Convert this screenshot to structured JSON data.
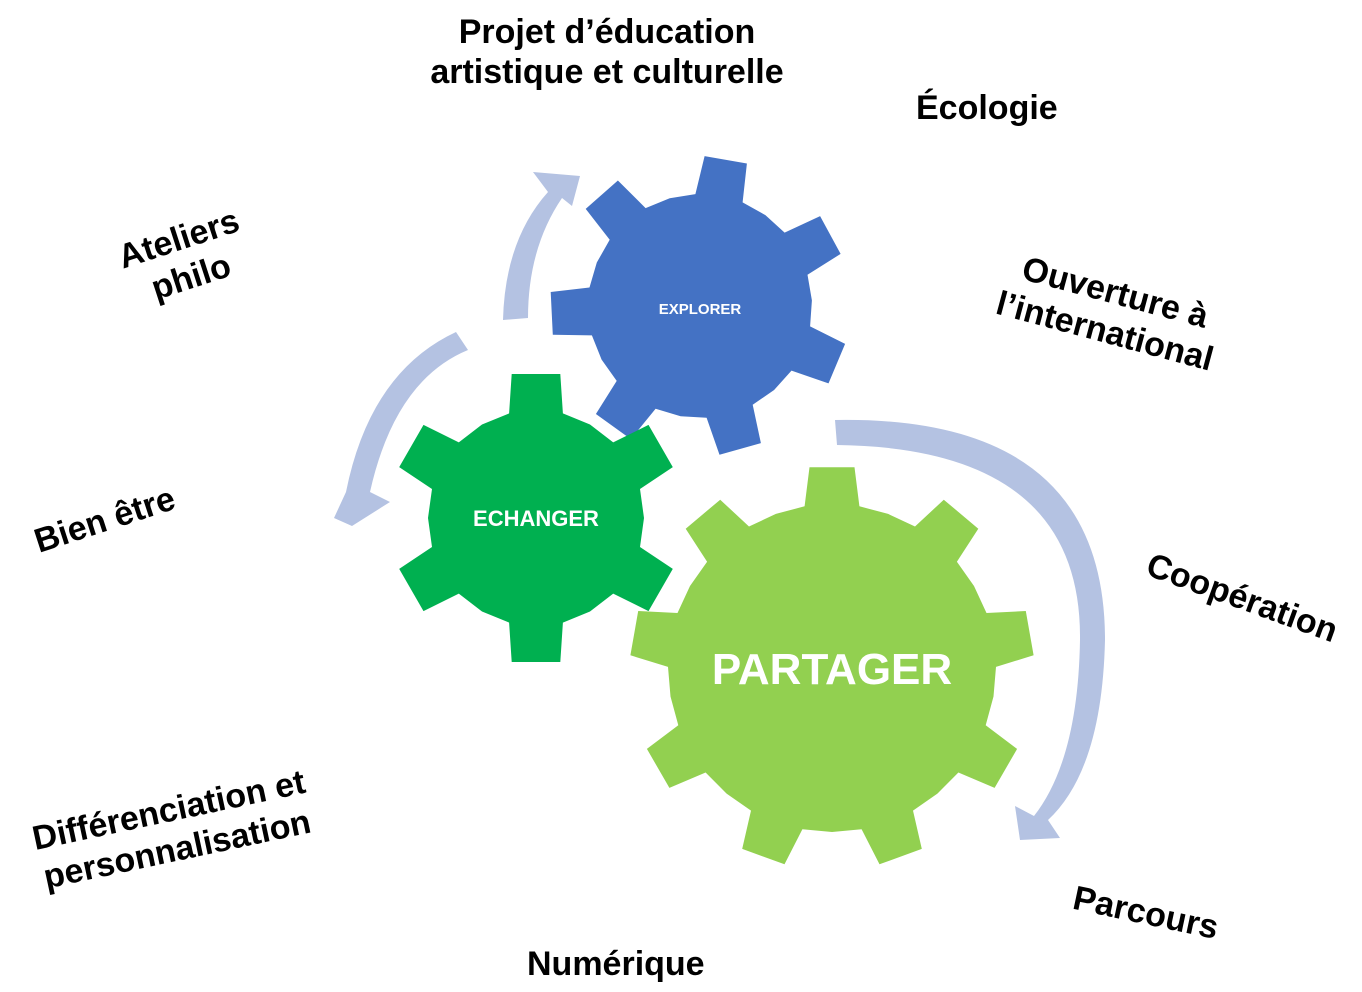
{
  "colors": {
    "explorer_gear": "#4472C4",
    "echanger_gear": "#00B050",
    "partager_gear": "#92D050",
    "cycle_arrow": "#B4C2E2",
    "gear_text": "#FFFFFF",
    "label_text": "#000000"
  },
  "gears": {
    "explorer": "EXPLORER",
    "echanger": "ECHANGER",
    "partager": "PARTAGER"
  },
  "topics": {
    "peac_line1": "Projet d’éducation",
    "peac_line2": "artistique et culturelle",
    "ecologie": "Écologie",
    "ateliers_line1": "Ateliers",
    "ateliers_line2": "philo",
    "ouverture_line1": "Ouverture à",
    "ouverture_line2": "l’international",
    "bien_etre": "Bien être",
    "cooperation": "Coopération",
    "differenciation_line1": "Différenciation et",
    "differenciation_line2": "personnalisation",
    "parcours": "Parcours",
    "numerique": "Numérique"
  }
}
